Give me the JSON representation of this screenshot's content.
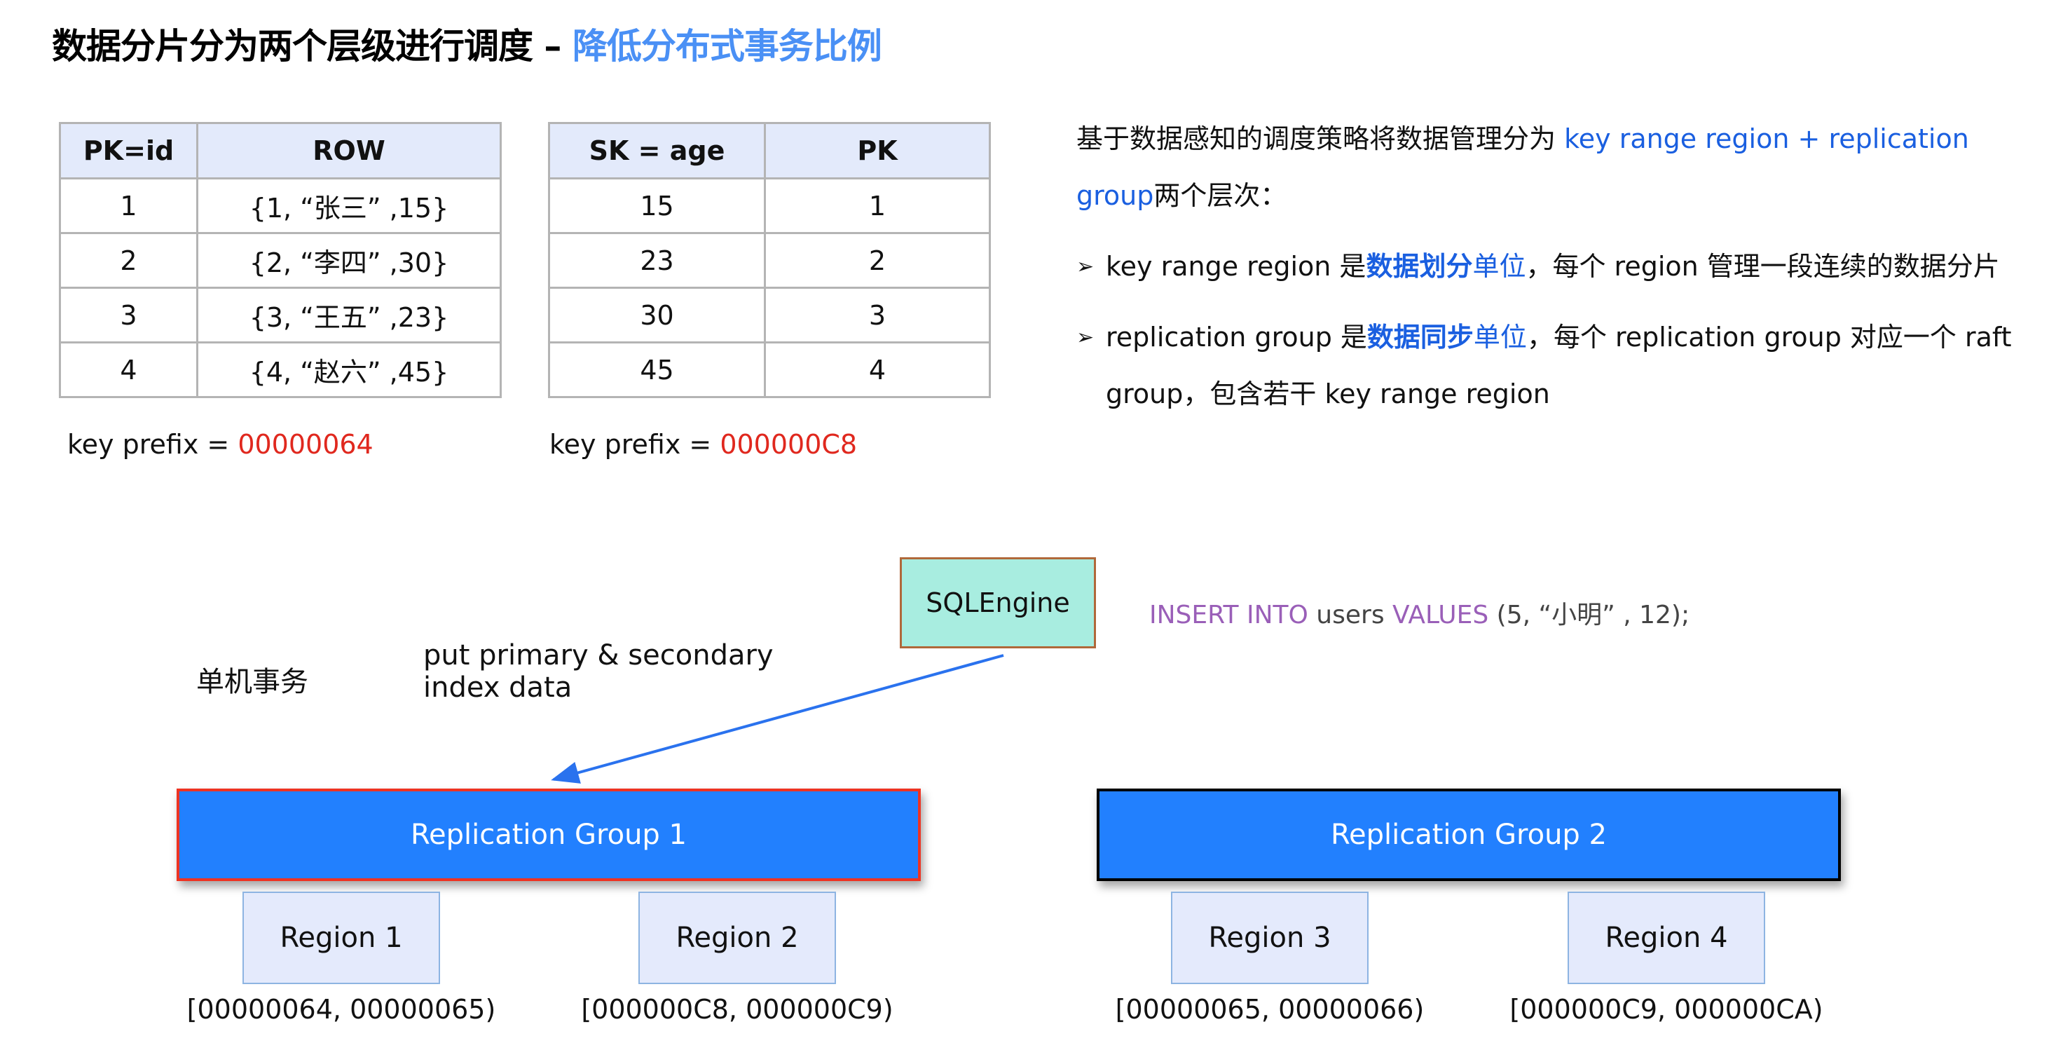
{
  "title": {
    "main": "数据分片分为两个层级进行调度 – ",
    "accent": "降低分布式事务比例"
  },
  "colors": {
    "accent_title": "#4a90f5",
    "highlight_blue": "#1a5fe0",
    "prefix_red": "#e0281e",
    "sql_keyword": "#9a5fb8",
    "replication_group_fill": "#2280fe",
    "rg1_border": "#ee3322",
    "rg2_border": "#000000",
    "region_fill": "#e4eafc",
    "sql_engine_fill": "#a8ede0",
    "sql_engine_border": "#b0683a",
    "table_header_fill": "#e3eafb"
  },
  "primary_table": {
    "headers": [
      "PK=id",
      "ROW"
    ],
    "rows": [
      [
        "1",
        "{1, “张三” ,15}"
      ],
      [
        "2",
        "{2, “李四” ,30}"
      ],
      [
        "3",
        "{3, “王五” ,23}"
      ],
      [
        "4",
        "{4, “赵六” ,45}"
      ]
    ],
    "prefix_label": "key prefix = ",
    "prefix_value": "00000064"
  },
  "secondary_table": {
    "headers": [
      "SK = age",
      "PK"
    ],
    "rows": [
      [
        "15",
        "1"
      ],
      [
        "23",
        "2"
      ],
      [
        "30",
        "3"
      ],
      [
        "45",
        "4"
      ]
    ],
    "prefix_label": "key prefix = ",
    "prefix_value": "000000C8"
  },
  "description": {
    "intro_text": "基于数据感知的调度策略将数据管理分为 ",
    "intro_highlight": "key range region + replication group",
    "intro_suffix": "两个层次：",
    "bullet_icon": "arrowhead-bullet-icon",
    "bullets": [
      {
        "lead": "key range region 是",
        "bold_highlight": "数据划分",
        "highlight": "单位",
        "rest": "，每个 region 管理一段连续的数据分片"
      },
      {
        "lead": "replication group 是",
        "bold_highlight": "数据同步",
        "highlight": "单位",
        "rest": "，每个 replication group 对应一个 raft group，包含若干 key range region"
      }
    ]
  },
  "diagram": {
    "sql_engine_label": "SQLEngine",
    "sql_statement": {
      "kw1": "INSERT INTO",
      "table": " users ",
      "kw2": "VALUES",
      "values": " (5, “小明” , 12);"
    },
    "local_txn_label": "单机事务",
    "put_label_line1": "put primary & secondary",
    "put_label_line2": "index data",
    "replication_groups": [
      {
        "label": "Replication Group 1",
        "highlighted": true
      },
      {
        "label": "Replication Group 2",
        "highlighted": false
      }
    ],
    "regions": [
      {
        "label": "Region 1",
        "range": "[00000064, 00000065)"
      },
      {
        "label": "Region 2",
        "range": "[000000C8, 000000C9)"
      },
      {
        "label": "Region 3",
        "range": "[00000065, 00000066)"
      },
      {
        "label": "Region 4",
        "range": "[000000C9, 000000CA)"
      }
    ],
    "arrow": {
      "from": "SQLEngine",
      "to": "Replication Group 1"
    }
  }
}
